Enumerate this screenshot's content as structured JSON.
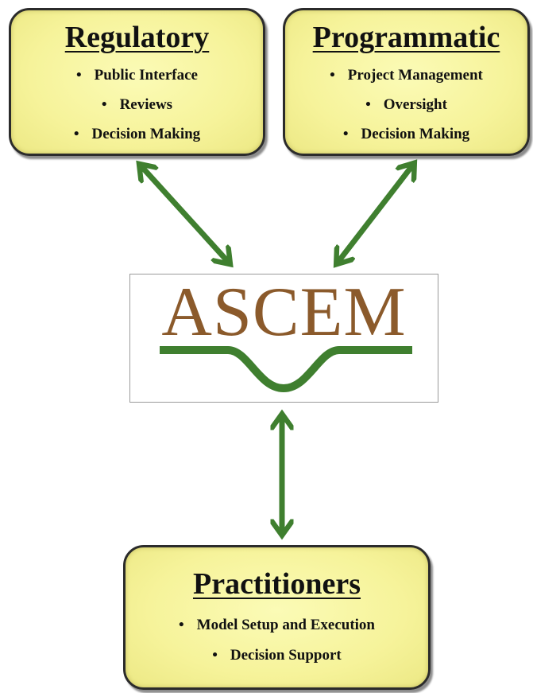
{
  "regulatory": {
    "title": "Regulatory",
    "items": [
      "Public Interface",
      "Reviews",
      "Decision Making"
    ]
  },
  "programmatic": {
    "title": "Programmatic",
    "items": [
      "Project Management",
      "Oversight",
      "Decision Making"
    ]
  },
  "practitioners": {
    "title": "Practitioners",
    "items": [
      "Model Setup and Execution",
      "Decision Support"
    ]
  },
  "center": {
    "logo_text": "ASCEM"
  },
  "bullet_glyph": "•",
  "colors": {
    "box_fill": "#f6f39a",
    "arrow": "#3f7f2f",
    "logo_text": "#8b5a2b",
    "logo_wave": "#3f7f2f"
  }
}
